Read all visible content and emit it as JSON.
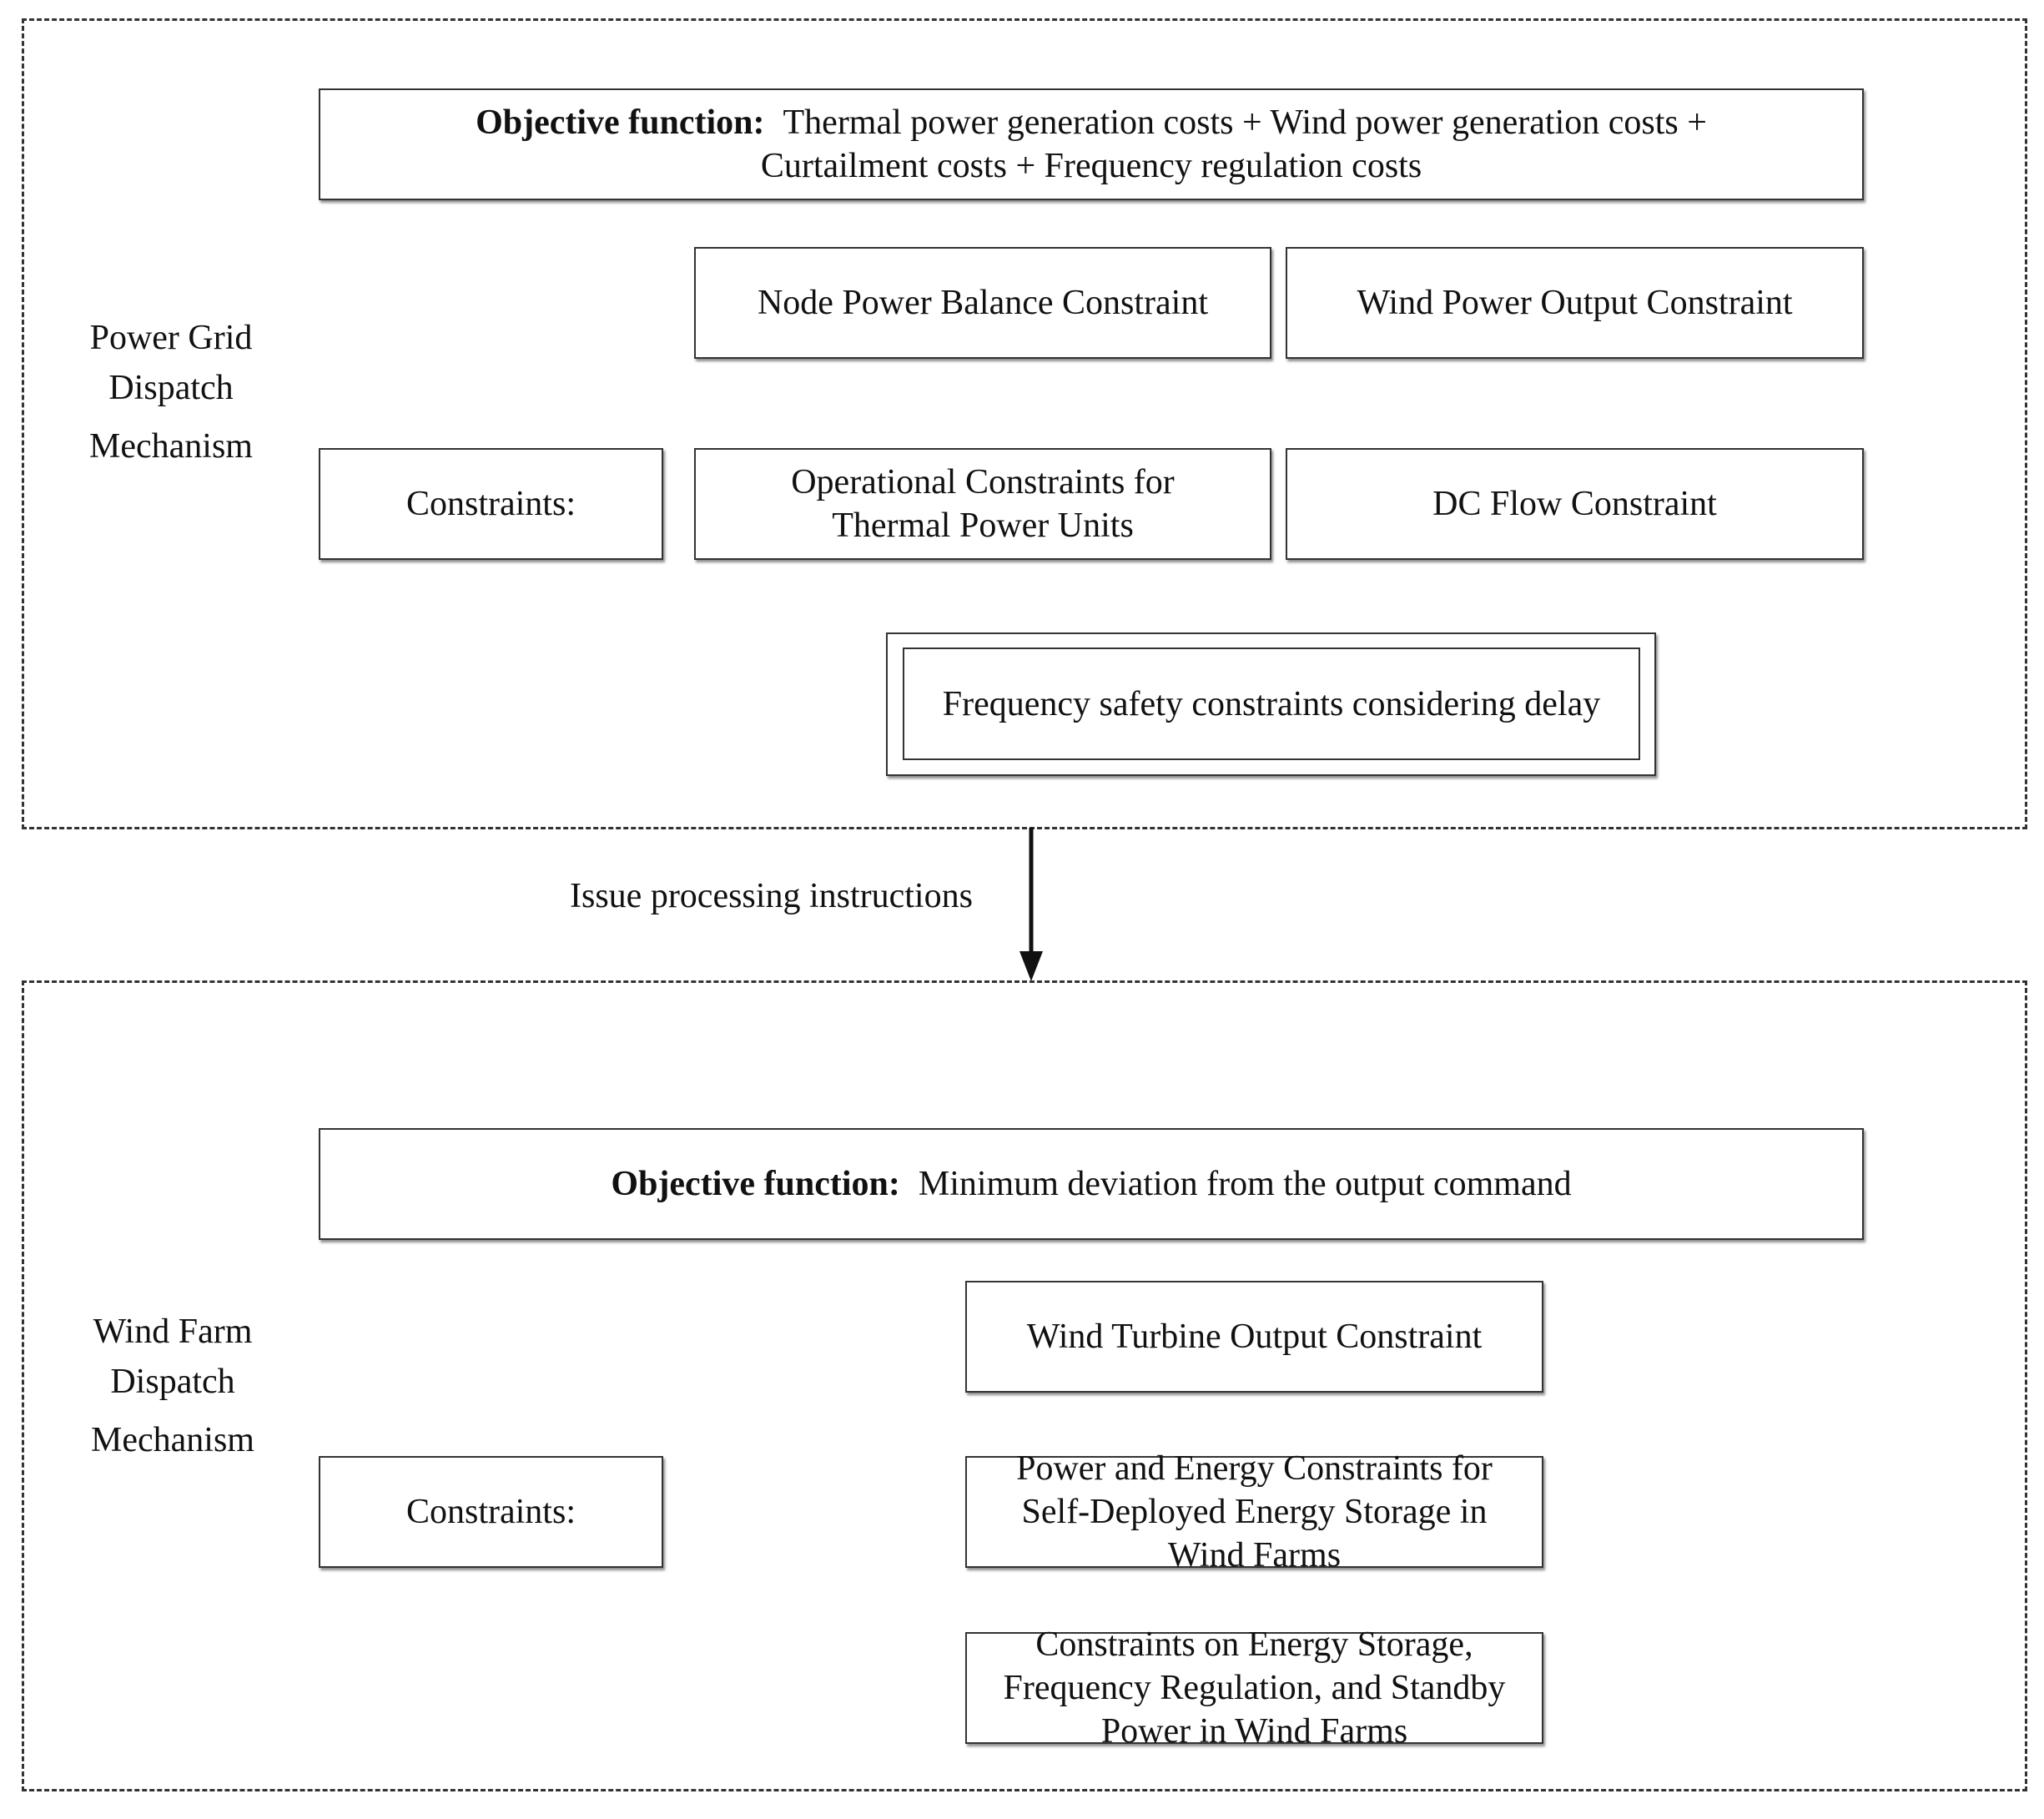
{
  "grid_panel": {
    "title": "Power Grid Dispatch Mechanism",
    "title_lines": [
      "Power Grid",
      "Dispatch",
      "Mechanism"
    ],
    "objective_label": "Objective function:",
    "objective_text_line1": "Thermal power generation costs + Wind power generation costs +",
    "objective_text_line2": "Curtailment costs + Frequency regulation costs",
    "constraints_label": "Constraints:",
    "constraints": {
      "node_power_balance": "Node Power Balance Constraint",
      "wind_power_output": "Wind Power Output Constraint",
      "thermal_units": "Operational Constraints for Thermal Power Units",
      "dc_flow": "DC Flow Constraint",
      "frequency_safety": "Frequency safety constraints considering delay"
    }
  },
  "arrow": {
    "label": "Issue processing instructions"
  },
  "farm_panel": {
    "title": "Wind Farm Dispatch Mechanism",
    "title_lines": [
      "Wind Farm",
      "Dispatch",
      "Mechanism"
    ],
    "objective_label": "Objective function:",
    "objective_text": "Minimum deviation from the output command",
    "constraints_label": "Constraints:",
    "constraints": {
      "turbine_output": "Wind Turbine Output Constraint",
      "storage_power_energy": "Power and Energy Constraints for Self-Deployed Energy Storage in Wind Farms",
      "storage_frequency_standby": "Constraints on Energy Storage, Frequency Regulation, and Standby Power in Wind Farms"
    }
  }
}
